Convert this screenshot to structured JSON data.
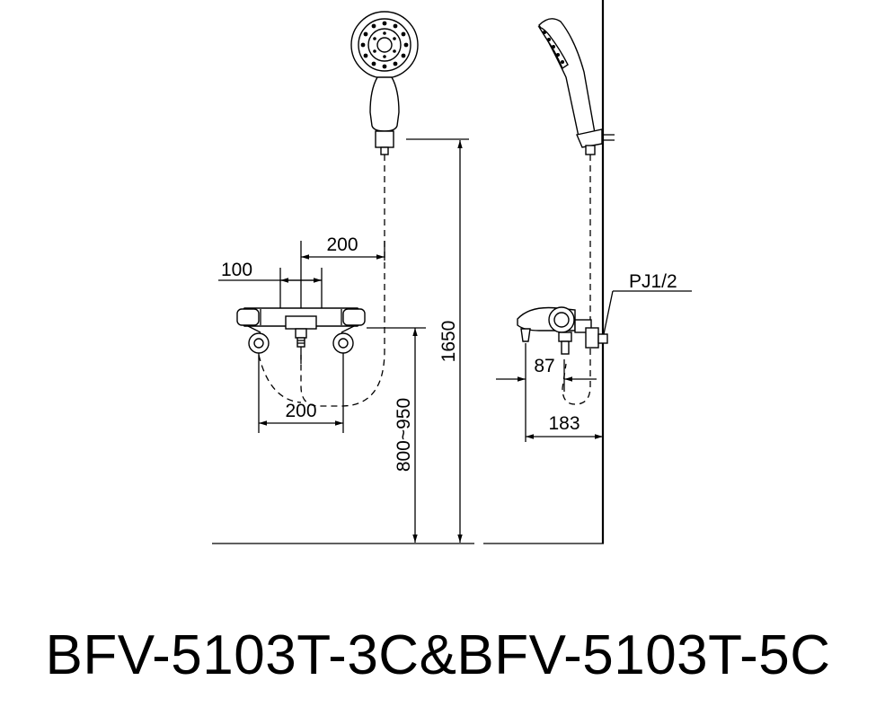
{
  "dimensions": {
    "hose_offset": "200",
    "center_offset": "100",
    "inlet_spacing": "200",
    "shower_height": "1650",
    "mount_height": "800~950",
    "pipe_thread": "PJ1/2",
    "spout_projection": "87",
    "wall_projection": "183"
  },
  "model": "BFV-5103T-3C&BFV-5103T-5C"
}
